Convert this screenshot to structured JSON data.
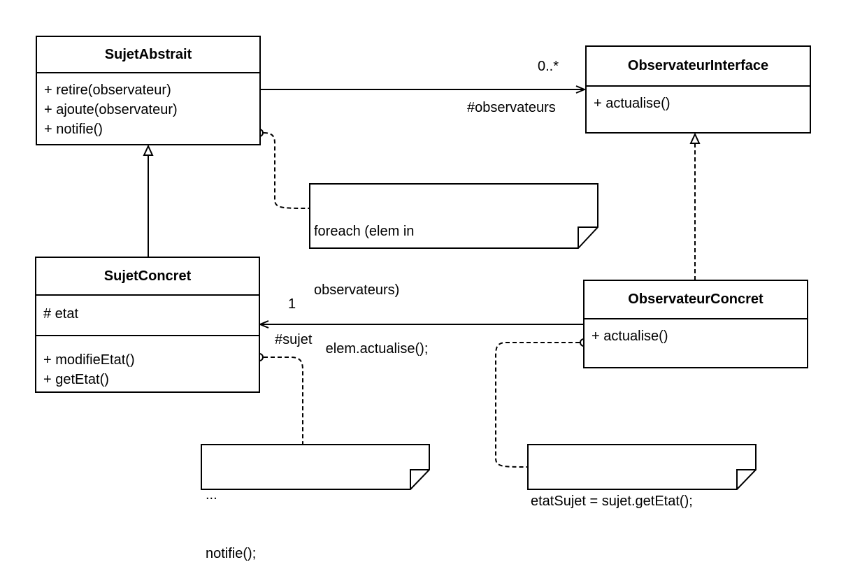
{
  "classes": {
    "sujet_abstrait": {
      "name": "SujetAbstrait",
      "methods": [
        "+ retire(observateur)",
        "+ ajoute(observateur)",
        "+ notifie()"
      ]
    },
    "observateur_interface": {
      "name": "ObservateurInterface",
      "methods": [
        "+ actualise()"
      ]
    },
    "sujet_concret": {
      "name": "SujetConcret",
      "attributes": [
        "# etat"
      ],
      "methods": [
        "+ modifieEtat()",
        "+ getEtat()"
      ]
    },
    "observateur_concret": {
      "name": "ObservateurConcret",
      "methods": [
        "+ actualise()"
      ]
    }
  },
  "associations": {
    "observateurs": {
      "multiplicity": "0..*",
      "role": "#observateurs"
    },
    "sujet": {
      "multiplicity": "1",
      "role": "#sujet"
    }
  },
  "notes": {
    "notifie_note": {
      "lines": [
        "foreach (elem in",
        "observateurs)",
        "   elem.actualise();"
      ]
    },
    "modifie_note": {
      "lines": [
        "...",
        "notifie();"
      ]
    },
    "actualise_note": {
      "lines": [
        "etatSujet = sujet.getEtat();"
      ]
    }
  }
}
